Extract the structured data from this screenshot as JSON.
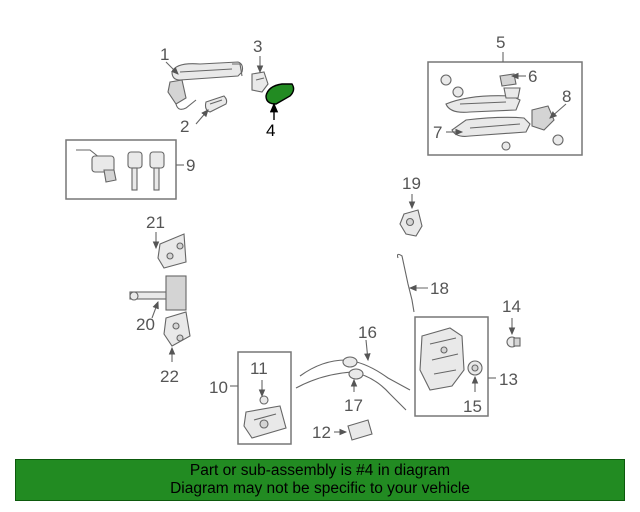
{
  "diagram": {
    "callouts": [
      "1",
      "2",
      "3",
      "4",
      "5",
      "6",
      "7",
      "8",
      "9",
      "10",
      "11",
      "12",
      "13",
      "14",
      "15",
      "16",
      "17",
      "18",
      "19",
      "20",
      "21",
      "22"
    ],
    "highlighted_callout": "4",
    "highlight_color": "#228b22"
  },
  "banner": {
    "line1": "Part or sub-assembly is #4 in diagram",
    "line2": "Diagram may not be specific to your vehicle",
    "background": "#228b22"
  }
}
